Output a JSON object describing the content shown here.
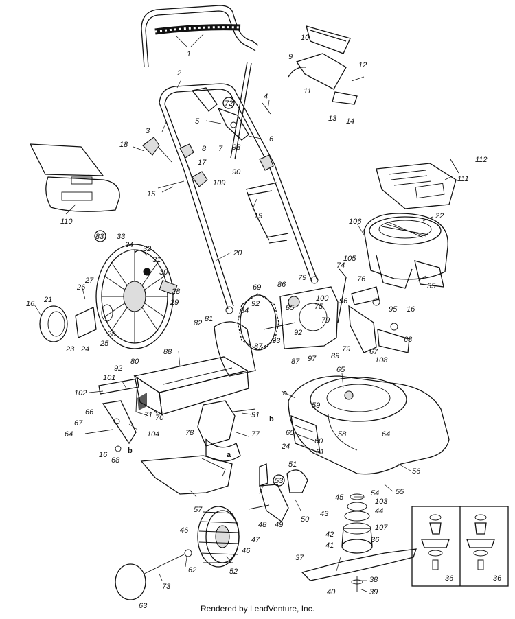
{
  "footer": "Rendered by LeadVenture, Inc.",
  "callouts": [
    {
      "id": "p1",
      "text": "1"
    },
    {
      "id": "p2",
      "text": "2"
    },
    {
      "id": "p3",
      "text": "3"
    },
    {
      "id": "p4",
      "text": "4"
    },
    {
      "id": "p5",
      "text": "5"
    },
    {
      "id": "p6",
      "text": "6"
    },
    {
      "id": "p7",
      "text": "7"
    },
    {
      "id": "p8",
      "text": "8"
    },
    {
      "id": "p9",
      "text": "9"
    },
    {
      "id": "p10",
      "text": "10"
    },
    {
      "id": "p11",
      "text": "11"
    },
    {
      "id": "p12",
      "text": "12"
    },
    {
      "id": "p13",
      "text": "13"
    },
    {
      "id": "p14",
      "text": "14"
    },
    {
      "id": "p15",
      "text": "15"
    },
    {
      "id": "p16a",
      "text": "16"
    },
    {
      "id": "p16b",
      "text": "16"
    },
    {
      "id": "p16c",
      "text": "16"
    },
    {
      "id": "p17",
      "text": "17"
    },
    {
      "id": "p18",
      "text": "18"
    },
    {
      "id": "p19",
      "text": "19"
    },
    {
      "id": "p20",
      "text": "20"
    },
    {
      "id": "p21",
      "text": "21"
    },
    {
      "id": "p22",
      "text": "22"
    },
    {
      "id": "p23",
      "text": "23"
    },
    {
      "id": "p24a",
      "text": "24"
    },
    {
      "id": "p24b",
      "text": "24"
    },
    {
      "id": "p25",
      "text": "25"
    },
    {
      "id": "p26",
      "text": "26"
    },
    {
      "id": "p27",
      "text": "27"
    },
    {
      "id": "p28a",
      "text": "28"
    },
    {
      "id": "p28b",
      "text": "28"
    },
    {
      "id": "p29",
      "text": "29"
    },
    {
      "id": "p30",
      "text": "30"
    },
    {
      "id": "p31",
      "text": "31"
    },
    {
      "id": "p32",
      "text": "32"
    },
    {
      "id": "p33",
      "text": "33"
    },
    {
      "id": "p34",
      "text": "34"
    },
    {
      "id": "p35",
      "text": "35"
    },
    {
      "id": "p36a",
      "text": "36"
    },
    {
      "id": "p36b",
      "text": "36"
    },
    {
      "id": "p36c",
      "text": "36"
    },
    {
      "id": "p37",
      "text": "37"
    },
    {
      "id": "p38",
      "text": "38"
    },
    {
      "id": "p39",
      "text": "39"
    },
    {
      "id": "p40",
      "text": "40"
    },
    {
      "id": "p41",
      "text": "41"
    },
    {
      "id": "p42",
      "text": "42"
    },
    {
      "id": "p43",
      "text": "43"
    },
    {
      "id": "p44",
      "text": "44"
    },
    {
      "id": "p45",
      "text": "45"
    },
    {
      "id": "p46a",
      "text": "46"
    },
    {
      "id": "p46b",
      "text": "46"
    },
    {
      "id": "p47",
      "text": "47"
    },
    {
      "id": "p48",
      "text": "48"
    },
    {
      "id": "p49",
      "text": "49"
    },
    {
      "id": "p50",
      "text": "50"
    },
    {
      "id": "p51",
      "text": "51"
    },
    {
      "id": "p52",
      "text": "52"
    },
    {
      "id": "p53",
      "text": "53"
    },
    {
      "id": "p54",
      "text": "54"
    },
    {
      "id": "p55",
      "text": "55"
    },
    {
      "id": "p56",
      "text": "56"
    },
    {
      "id": "p57",
      "text": "57"
    },
    {
      "id": "p58",
      "text": "58"
    },
    {
      "id": "p59",
      "text": "59"
    },
    {
      "id": "p60",
      "text": "60"
    },
    {
      "id": "p61",
      "text": "61"
    },
    {
      "id": "p62",
      "text": "62"
    },
    {
      "id": "p63",
      "text": "63"
    },
    {
      "id": "p64a",
      "text": "64"
    },
    {
      "id": "p64b",
      "text": "64"
    },
    {
      "id": "p65a",
      "text": "65"
    },
    {
      "id": "p65b",
      "text": "65"
    },
    {
      "id": "p66",
      "text": "66"
    },
    {
      "id": "p67a",
      "text": "67"
    },
    {
      "id": "p67b",
      "text": "67"
    },
    {
      "id": "p68a",
      "text": "68"
    },
    {
      "id": "p68b",
      "text": "68"
    },
    {
      "id": "p69",
      "text": "69"
    },
    {
      "id": "p70",
      "text": "70"
    },
    {
      "id": "p71",
      "text": "71"
    },
    {
      "id": "p72",
      "text": "72"
    },
    {
      "id": "p73",
      "text": "73"
    },
    {
      "id": "p74",
      "text": "74"
    },
    {
      "id": "p75",
      "text": "75"
    },
    {
      "id": "p76",
      "text": "76"
    },
    {
      "id": "p77",
      "text": "77"
    },
    {
      "id": "p78",
      "text": "78"
    },
    {
      "id": "p79a",
      "text": "79"
    },
    {
      "id": "p79b",
      "text": "79"
    },
    {
      "id": "p79c",
      "text": "79"
    },
    {
      "id": "p80",
      "text": "80"
    },
    {
      "id": "p81",
      "text": "81"
    },
    {
      "id": "p82",
      "text": "82"
    },
    {
      "id": "p83",
      "text": "83"
    },
    {
      "id": "p84",
      "text": "84"
    },
    {
      "id": "p85",
      "text": "85"
    },
    {
      "id": "p86",
      "text": "86"
    },
    {
      "id": "p87a",
      "text": "87"
    },
    {
      "id": "p87b",
      "text": "87"
    },
    {
      "id": "p88",
      "text": "88"
    },
    {
      "id": "p89",
      "text": "89"
    },
    {
      "id": "p90",
      "text": "90"
    },
    {
      "id": "p91",
      "text": "91"
    },
    {
      "id": "p92a",
      "text": "92"
    },
    {
      "id": "p92b",
      "text": "92"
    },
    {
      "id": "p92c",
      "text": "92"
    },
    {
      "id": "p93",
      "text": "93"
    },
    {
      "id": "p95",
      "text": "95"
    },
    {
      "id": "p96",
      "text": "96"
    },
    {
      "id": "p97",
      "text": "97"
    },
    {
      "id": "p98",
      "text": "98"
    },
    {
      "id": "p100",
      "text": "100"
    },
    {
      "id": "p101",
      "text": "101"
    },
    {
      "id": "p102",
      "text": "102"
    },
    {
      "id": "p103",
      "text": "103"
    },
    {
      "id": "p104",
      "text": "104"
    },
    {
      "id": "p105",
      "text": "105"
    },
    {
      "id": "p106",
      "text": "106"
    },
    {
      "id": "p107",
      "text": "107"
    },
    {
      "id": "p108",
      "text": "108"
    },
    {
      "id": "p109",
      "text": "109"
    },
    {
      "id": "p110",
      "text": "110"
    },
    {
      "id": "p111",
      "text": "111"
    },
    {
      "id": "p112",
      "text": "112"
    },
    {
      "id": "la1",
      "text": "a"
    },
    {
      "id": "la2",
      "text": "a"
    },
    {
      "id": "lb1",
      "text": "b"
    },
    {
      "id": "lb2",
      "text": "b"
    }
  ]
}
